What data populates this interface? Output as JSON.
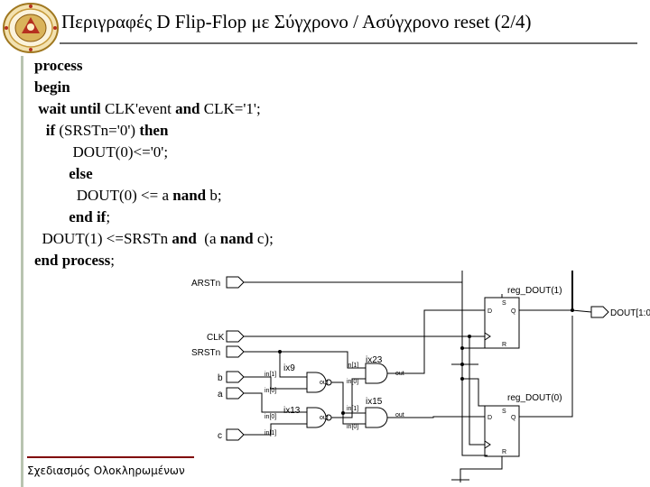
{
  "title": "Περιγραφές D Flip-Flop με Σύγχρονο / Ασύγχρονο reset (2/4)",
  "code": {
    "l1": {
      "kw1": "process"
    },
    "l2": {
      "kw1": "begin"
    },
    "l3": {
      "kw1": "wait until",
      "t1": " CLK'event ",
      "kw2": "and",
      "t2": " CLK='1';"
    },
    "l4": {
      "kw1": "if",
      "t1": " (SRSTn='0') ",
      "kw2": "then"
    },
    "l5": {
      "t1": "DOUT(0)<='0';"
    },
    "l6": {
      "kw1": "else"
    },
    "l7": {
      "t1": "DOUT(0) <= a ",
      "kw1": "nand",
      "t2": " b;"
    },
    "l8": {
      "kw1": "end if",
      "t1": ";"
    },
    "l9": {
      "t1": "DOUT(1) <=SRSTn ",
      "kw1": "and",
      "t2": "  (a ",
      "kw2": "nand",
      "t3": " c);"
    },
    "l10": {
      "kw1": "end process",
      "t1": ";"
    }
  },
  "schematic": {
    "ports": {
      "arstn": "ARSTn",
      "clk": "CLK",
      "srstn": "SRSTn",
      "b": "b",
      "a": "a",
      "c": "c",
      "dout": "DOUT[1:0"
    },
    "gates": {
      "ix9": "ix9",
      "ix13": "ix13",
      "ix23": "ix23",
      "ix15": "ix15"
    },
    "pins": {
      "in1": "in[1]",
      "in0": "in[0]",
      "out": "out"
    },
    "regs": {
      "reg1": "reg_DOUT(1)",
      "reg0": "reg_DOUT(0)",
      "s": "S",
      "d": "D",
      "q": "Q",
      "r": "R"
    }
  },
  "footer": "Σχεδιασμός Ολοκληρωμένων"
}
